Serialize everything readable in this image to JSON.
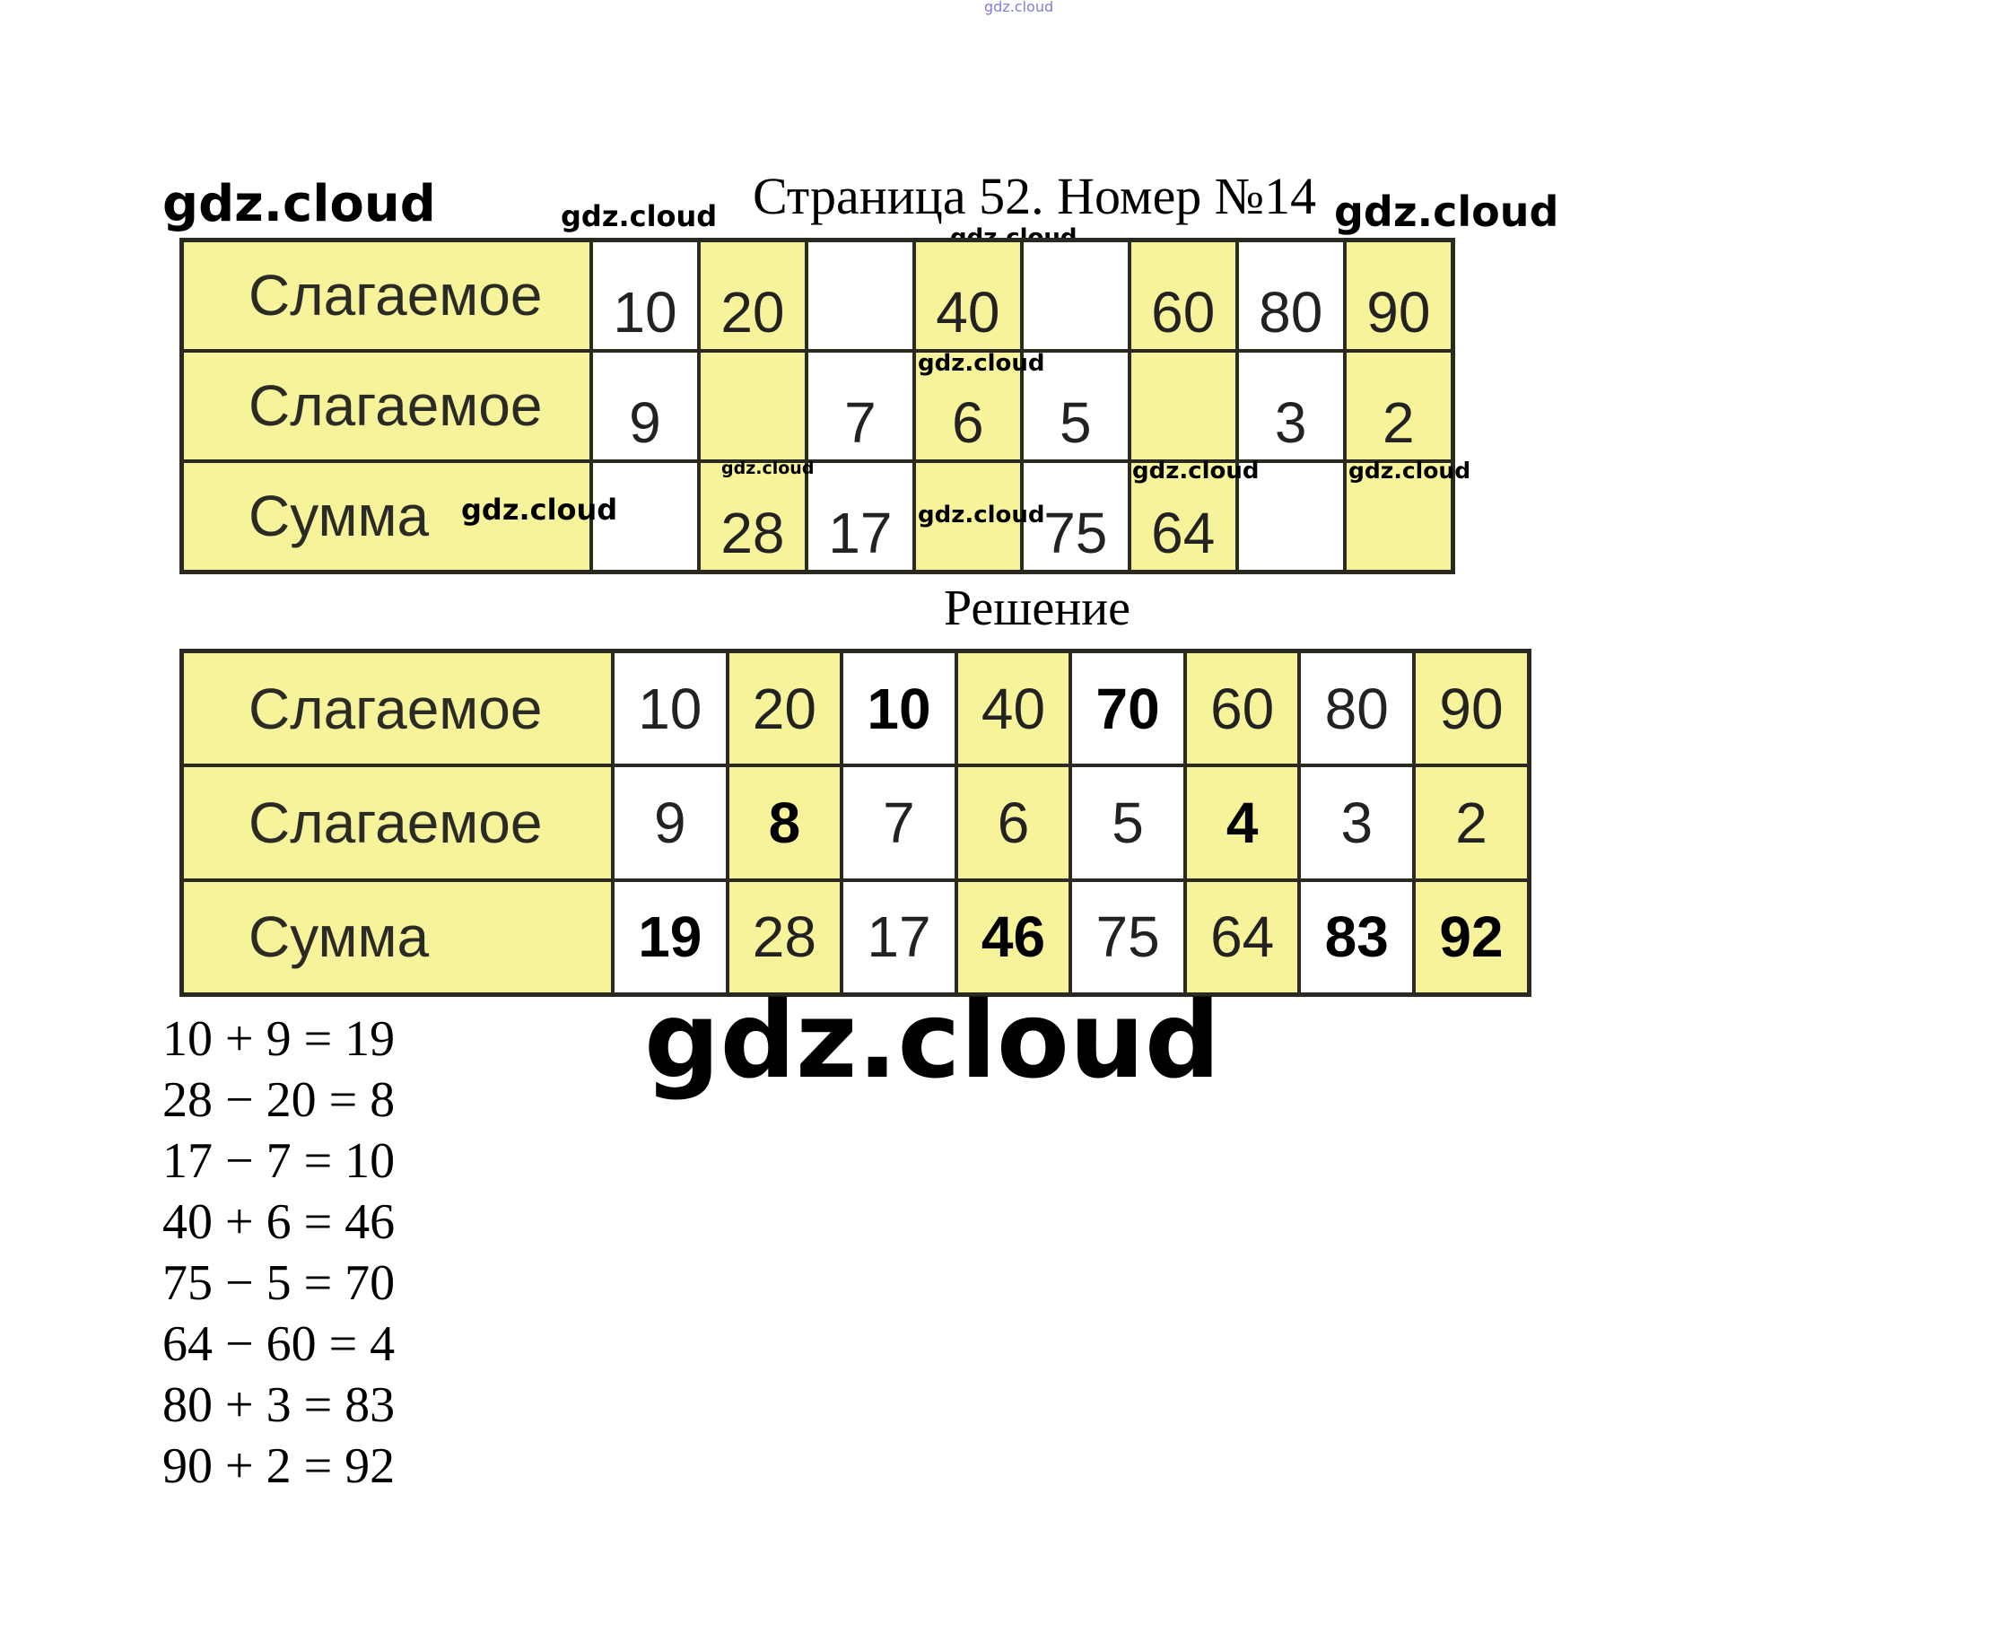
{
  "title": "Страница 52. Номер №14",
  "solution_heading": "Решение",
  "watermark": "gdz.cloud",
  "colors": {
    "yellow": "#f6f39a",
    "border": "#2a2a22"
  },
  "task_table": {
    "rows": [
      {
        "label": "Слагаемое",
        "cells": [
          "10",
          "20",
          "",
          "40",
          "",
          "60",
          "80",
          "90"
        ]
      },
      {
        "label": "Слагаемое",
        "cells": [
          "9",
          "",
          "7",
          "6",
          "5",
          "",
          "3",
          "2"
        ]
      },
      {
        "label": "Сумма",
        "cells": [
          "",
          "28",
          "17",
          "",
          "75",
          "64",
          "",
          ""
        ]
      }
    ]
  },
  "solution_table": {
    "rows": [
      {
        "label": "Слагаемое",
        "cells": [
          "10",
          "20",
          "10",
          "40",
          "70",
          "60",
          "80",
          "90"
        ]
      },
      {
        "label": "Слагаемое",
        "cells": [
          "9",
          "8",
          "7",
          "6",
          "5",
          "4",
          "3",
          "2"
        ]
      },
      {
        "label": "Сумма",
        "cells": [
          "19",
          "28",
          "17",
          "46",
          "75",
          "64",
          "83",
          "92"
        ]
      }
    ]
  },
  "equations": [
    "10 + 9 = 19",
    "28 − 20 = 8",
    "17 − 7 = 10",
    "40 + 6 = 46",
    "75 − 5 = 70",
    "64 − 60 = 4",
    "80 + 3 = 83",
    "90 + 2 = 92"
  ]
}
